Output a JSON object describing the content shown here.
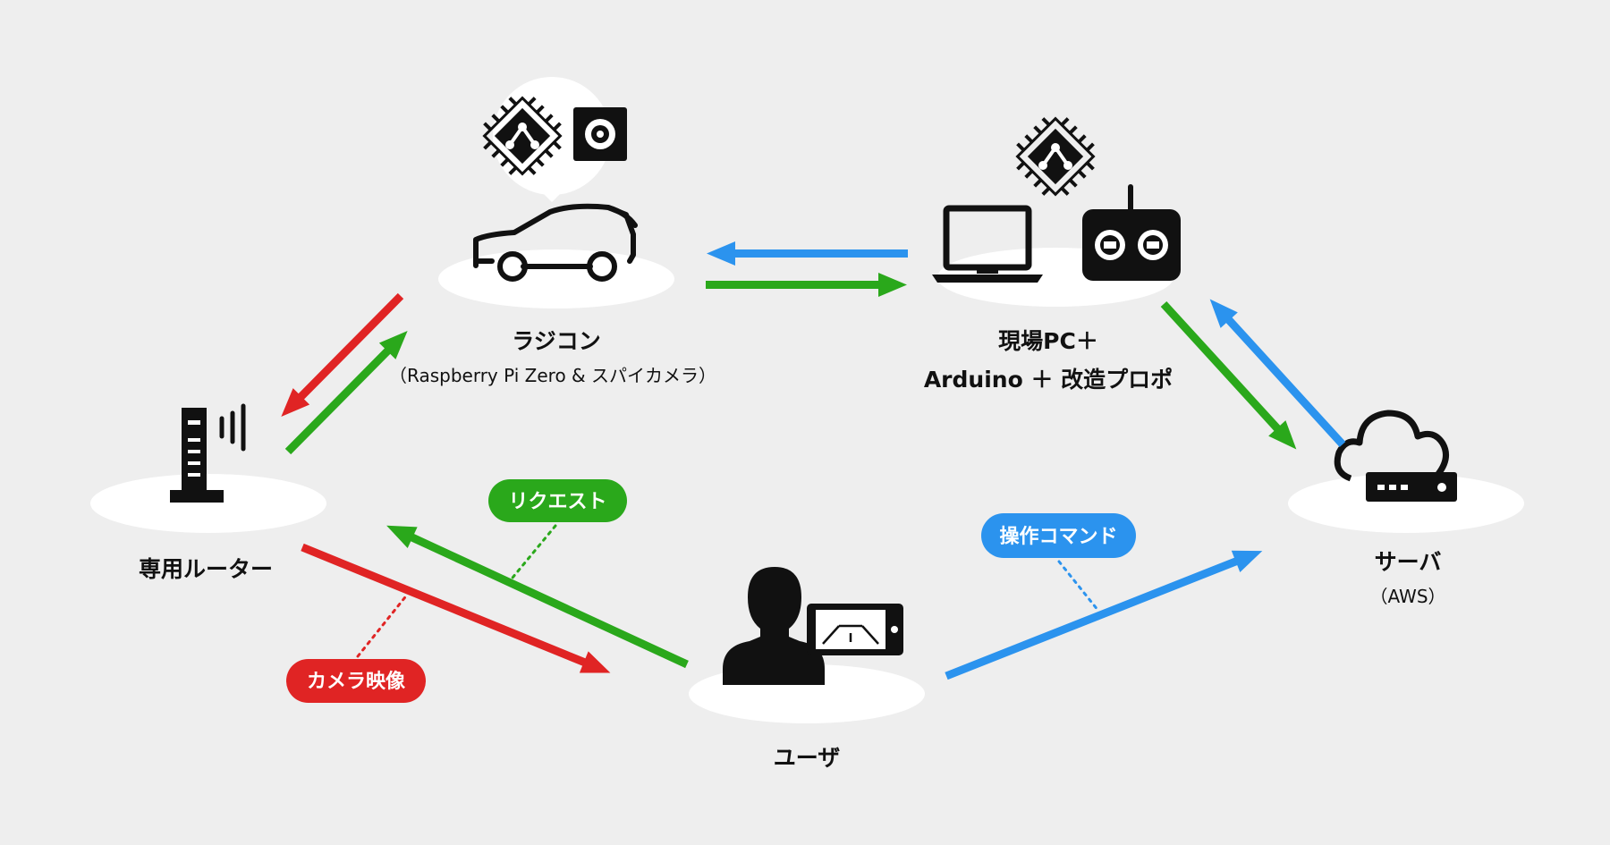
{
  "colors": {
    "background": "#eeeeee",
    "red": "#e02424",
    "green": "#2aa81b",
    "blue": "#2b93ee",
    "icon": "#111111",
    "platform": "#ffffff"
  },
  "nodes": {
    "car": {
      "label": "ラジコン",
      "sublabel": "（Raspberry Pi Zero & スパイカメラ）",
      "icons": [
        "chip-icon",
        "camera-icon",
        "car-icon"
      ]
    },
    "pc": {
      "label_line1": "現場PC＋",
      "label_line2": "Arduino ＋ 改造プロポ",
      "icons": [
        "chip-icon",
        "laptop-icon",
        "rc-transmitter-icon"
      ]
    },
    "router": {
      "label": "専用ルーター",
      "icons": [
        "router-icon"
      ]
    },
    "server": {
      "label": "サーバ",
      "sublabel": "（AWS）",
      "icons": [
        "cloud-icon",
        "server-icon"
      ]
    },
    "user": {
      "label": "ユーザ",
      "icons": [
        "person-icon",
        "smartphone-icon"
      ]
    }
  },
  "tags": {
    "request": {
      "text": "リクエスト",
      "color": "#2aa81b"
    },
    "command": {
      "text": "操作コマンド",
      "color": "#2b93ee"
    },
    "video": {
      "text": "カメラ映像",
      "color": "#e02424"
    }
  }
}
